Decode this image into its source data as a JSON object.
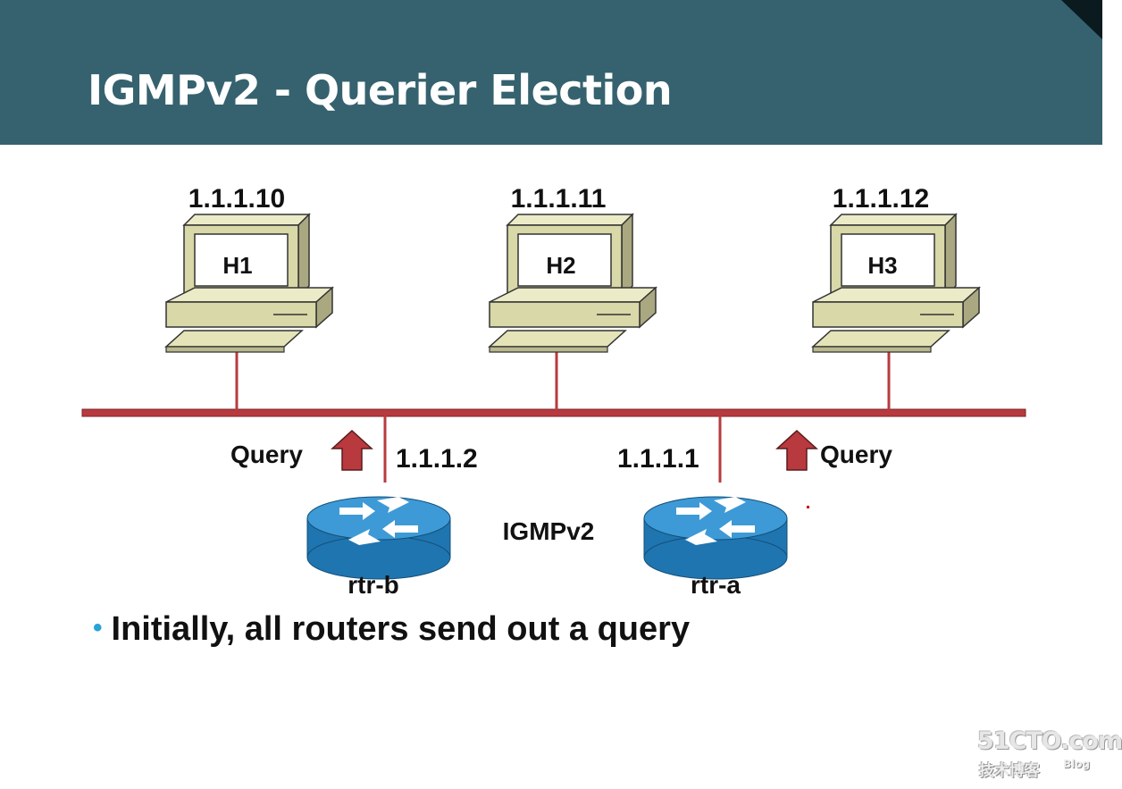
{
  "slide": {
    "title": "IGMPv2 - Querier Election",
    "bullet": "Initially, all routers send out a query"
  },
  "hosts": [
    {
      "name": "H1",
      "ip": "1.1.1.10"
    },
    {
      "name": "H2",
      "ip": "1.1.1.11"
    },
    {
      "name": "H3",
      "ip": "1.1.1.12"
    }
  ],
  "routers": [
    {
      "name": "rtr-b",
      "ip": "1.1.1.2",
      "message": "Query"
    },
    {
      "name": "rtr-a",
      "ip": "1.1.1.1",
      "message": "Query"
    }
  ],
  "segment_protocol": "IGMPv2",
  "watermark": {
    "main": "51CTO.com",
    "sub": "技术博客",
    "blog": "Blog"
  },
  "colors": {
    "banner": "#35626e",
    "link": "#b83a3e",
    "router": "#2f8ec9",
    "pc_body": "#d8d8a8",
    "bullet": "#29a3d8"
  }
}
